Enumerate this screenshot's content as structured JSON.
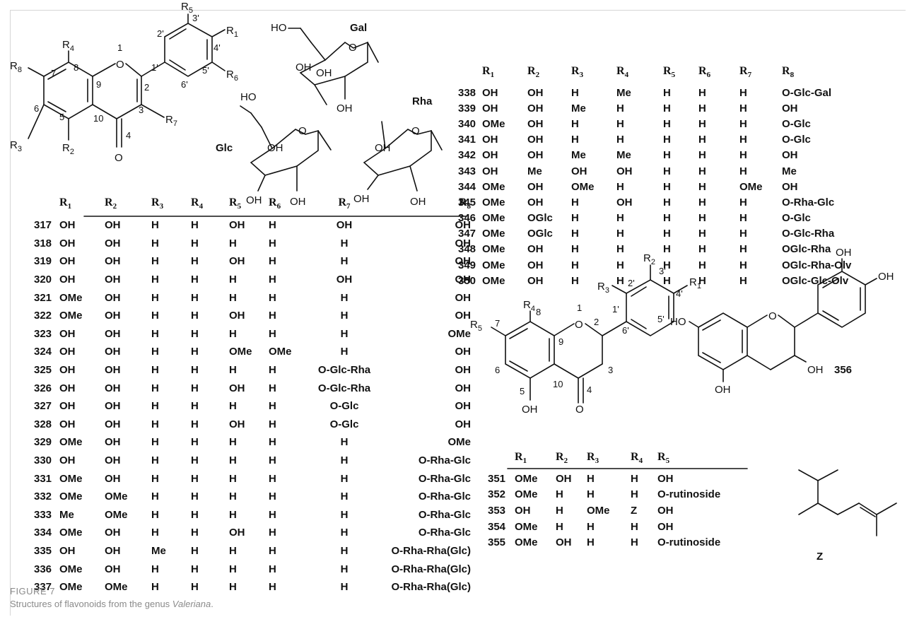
{
  "figure": {
    "label": "FIGURE 7",
    "caption_prefix": "Structures of flavonoids from the genus ",
    "caption_genus": "Valeriana",
    "caption_suffix": "."
  },
  "structure_labels": {
    "flavone": {
      "R1": "R1",
      "R2": "R2",
      "R3": "R3",
      "R4": "R4",
      "R5": "R5",
      "R6": "R6",
      "R7": "R7",
      "R8": "R8",
      "pos1": "1",
      "pos2": "2",
      "pos3": "3",
      "pos4": "4",
      "pos5": "5",
      "pos6": "6",
      "pos7": "7",
      "pos8": "8",
      "pos9": "9",
      "pos10": "10",
      "pos1p": "1'",
      "pos2p": "2'",
      "pos3p": "3'",
      "pos4p": "4'",
      "pos5p": "5'",
      "pos6p": "6'",
      "o_ring": "O",
      "o_carbonyl": "O"
    },
    "sugars": {
      "gal": "Gal",
      "glc": "Glc",
      "rha": "Rha",
      "ho": "HO",
      "oh": "OH",
      "o": "O"
    },
    "flavanone": {
      "R1": "R1",
      "R2": "R2",
      "R3": "R3",
      "R4": "R4",
      "R5": "R5",
      "pos1": "1",
      "pos2": "2",
      "pos3": "3",
      "pos4": "4",
      "pos5": "5",
      "pos6": "6",
      "pos7": "7",
      "pos8": "8",
      "pos9": "9",
      "pos10": "10",
      "pos1p": "1'",
      "pos2p": "2'",
      "pos3p": "3'",
      "pos4p": "4'",
      "pos5p": "5'",
      "pos6p": "6'",
      "oh5": "OH",
      "o_ring": "O",
      "o_carbonyl": "O"
    },
    "catechin": {
      "ho": "HO",
      "oh": "OH",
      "o": "O",
      "id": "356"
    },
    "z_group": {
      "label": "Z"
    }
  },
  "table_a": {
    "headers": [
      "R",
      "R",
      "R",
      "R",
      "R",
      "R",
      "R",
      "R"
    ],
    "header_subs": [
      "1",
      "2",
      "3",
      "4",
      "5",
      "6",
      "7",
      "8"
    ],
    "rows": [
      [
        "317",
        "OH",
        "OH",
        "H",
        "H",
        "OH",
        "H",
        "OH",
        "OH"
      ],
      [
        "318",
        "OH",
        "OH",
        "H",
        "H",
        "H",
        "H",
        "H",
        "OH"
      ],
      [
        "319",
        "OH",
        "OH",
        "H",
        "H",
        "OH",
        "H",
        "H",
        "OH"
      ],
      [
        "320",
        "OH",
        "OH",
        "H",
        "H",
        "H",
        "H",
        "OH",
        "OH"
      ],
      [
        "321",
        "OMe",
        "OH",
        "H",
        "H",
        "H",
        "H",
        "H",
        "OH"
      ],
      [
        "322",
        "OMe",
        "OH",
        "H",
        "H",
        "OH",
        "H",
        "H",
        "OH"
      ],
      [
        "323",
        "OH",
        "OH",
        "H",
        "H",
        "H",
        "H",
        "H",
        "OMe"
      ],
      [
        "324",
        "OH",
        "OH",
        "H",
        "H",
        "OMe",
        "OMe",
        "H",
        "OH"
      ],
      [
        "325",
        "OH",
        "OH",
        "H",
        "H",
        "H",
        "H",
        "O-Glc-Rha",
        "OH"
      ],
      [
        "326",
        "OH",
        "OH",
        "H",
        "H",
        "OH",
        "H",
        "O-Glc-Rha",
        "OH"
      ],
      [
        "327",
        "OH",
        "OH",
        "H",
        "H",
        "H",
        "H",
        "O-Glc",
        "OH"
      ],
      [
        "328",
        "OH",
        "OH",
        "H",
        "H",
        "OH",
        "H",
        "O-Glc",
        "OH"
      ],
      [
        "329",
        "OMe",
        "OH",
        "H",
        "H",
        "H",
        "H",
        "H",
        "OMe"
      ],
      [
        "330",
        "OH",
        "OH",
        "H",
        "H",
        "H",
        "H",
        "H",
        "O-Rha-Glc"
      ],
      [
        "331",
        "OMe",
        "OH",
        "H",
        "H",
        "H",
        "H",
        "H",
        "O-Rha-Glc"
      ],
      [
        "332",
        "OMe",
        "OMe",
        "H",
        "H",
        "H",
        "H",
        "H",
        "O-Rha-Glc"
      ],
      [
        "333",
        "Me",
        "OMe",
        "H",
        "H",
        "H",
        "H",
        "H",
        "O-Rha-Glc"
      ],
      [
        "334",
        "OMe",
        "OH",
        "H",
        "H",
        "OH",
        "H",
        "H",
        "O-Rha-Glc"
      ],
      [
        "335",
        "OH",
        "OH",
        "Me",
        "H",
        "H",
        "H",
        "H",
        "O-Rha-Rha(Glc)"
      ],
      [
        "336",
        "OMe",
        "OH",
        "H",
        "H",
        "H",
        "H",
        "H",
        "O-Rha-Rha(Glc)"
      ],
      [
        "337",
        "OMe",
        "OMe",
        "H",
        "H",
        "H",
        "H",
        "H",
        "O-Rha-Rha(Glc)"
      ]
    ]
  },
  "table_b": {
    "headers": [
      "R",
      "R",
      "R",
      "R",
      "R",
      "R",
      "R",
      "R"
    ],
    "header_subs": [
      "1",
      "2",
      "3",
      "4",
      "5",
      "6",
      "7",
      "8"
    ],
    "rows": [
      [
        "338",
        "OH",
        "OH",
        "H",
        "Me",
        "H",
        "H",
        "H",
        "O-Glc-Gal"
      ],
      [
        "339",
        "OH",
        "OH",
        "Me",
        "H",
        "H",
        "H",
        "H",
        "OH"
      ],
      [
        "340",
        "OMe",
        "OH",
        "H",
        "H",
        "H",
        "H",
        "H",
        "O-Glc"
      ],
      [
        "341",
        "OH",
        "OH",
        "H",
        "H",
        "H",
        "H",
        "H",
        "O-Glc"
      ],
      [
        "342",
        "OH",
        "OH",
        "Me",
        "Me",
        "H",
        "H",
        "H",
        "OH"
      ],
      [
        "343",
        "OH",
        "Me",
        "OH",
        "OH",
        "H",
        "H",
        "H",
        "Me"
      ],
      [
        "344",
        "OMe",
        "OH",
        "OMe",
        "H",
        "H",
        "H",
        "OMe",
        "OH"
      ],
      [
        "345",
        "OMe",
        "OH",
        "H",
        "OH",
        "H",
        "H",
        "H",
        "O-Rha-Glc"
      ],
      [
        "346",
        "OMe",
        "OGlc",
        "H",
        "H",
        "H",
        "H",
        "H",
        "O-Glc"
      ],
      [
        "347",
        "OMe",
        "OGlc",
        "H",
        "H",
        "H",
        "H",
        "H",
        "O-Glc-Rha"
      ],
      [
        "348",
        "OMe",
        "OH",
        "H",
        "H",
        "H",
        "H",
        "H",
        "OGlc-Rha"
      ],
      [
        "349",
        "OMe",
        "OH",
        "H",
        "H",
        "H",
        "H",
        "H",
        "OGlc-Rha-Olv"
      ],
      [
        "350",
        "OMe",
        "OH",
        "H",
        "H",
        "H",
        "H",
        "H",
        "OGlc-Glc-Olv"
      ]
    ]
  },
  "table_c": {
    "headers": [
      "R",
      "R",
      "R",
      "R",
      "R"
    ],
    "header_subs": [
      "1",
      "2",
      "3",
      "4",
      "5"
    ],
    "rows": [
      [
        "351",
        "OMe",
        "OH",
        "H",
        "H",
        "OH"
      ],
      [
        "352",
        "OMe",
        "H",
        "H",
        "H",
        "O-rutinoside"
      ],
      [
        "353",
        "OH",
        "H",
        "OMe",
        "Z",
        "OH"
      ],
      [
        "354",
        "OMe",
        "H",
        "H",
        "H",
        "OH"
      ],
      [
        "355",
        "OMe",
        "OH",
        "H",
        "H",
        "O-rutinoside"
      ]
    ]
  }
}
